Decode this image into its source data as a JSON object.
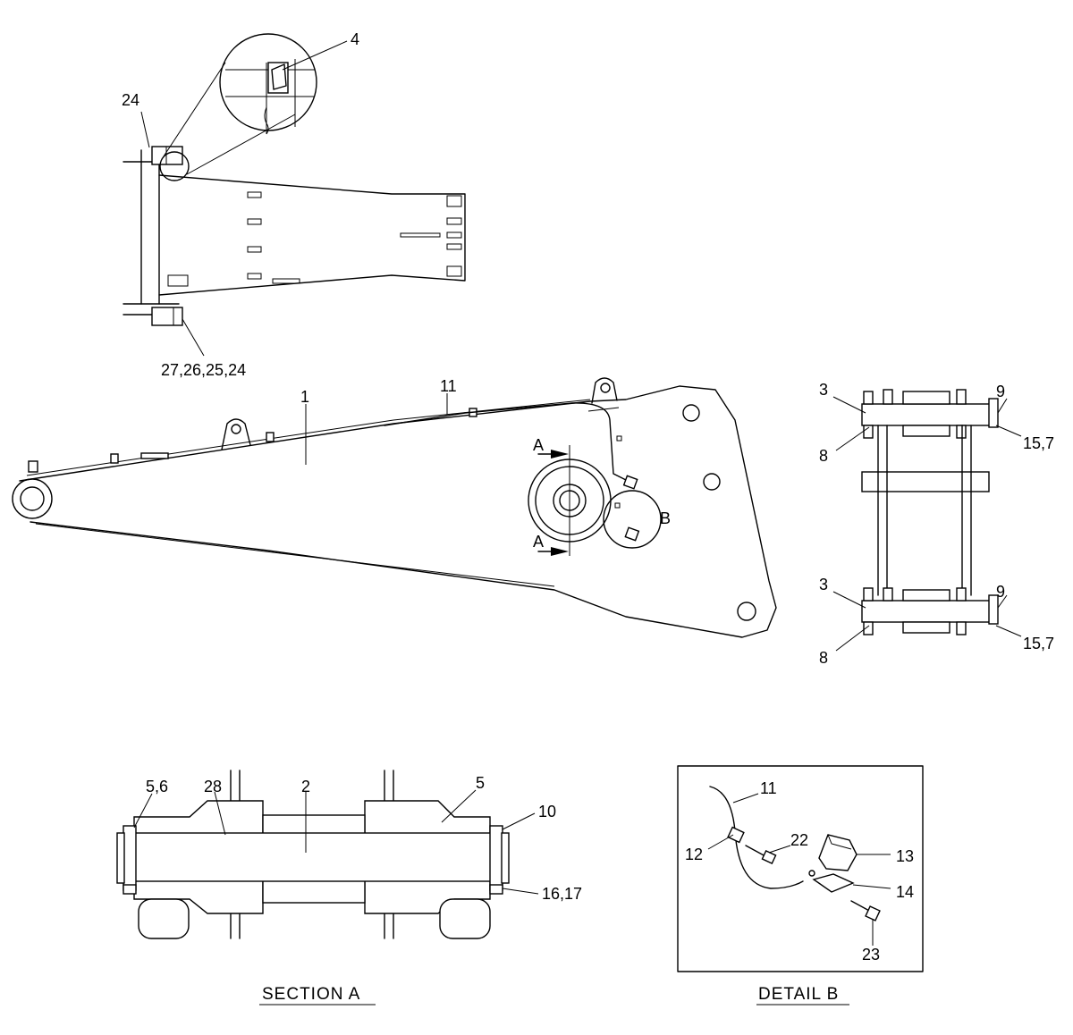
{
  "labels": {
    "item_4": "4",
    "item_24_top": "24",
    "item_27_26_25_24": "27,26,25,24",
    "item_1": "1",
    "item_11_boom": "11",
    "section_mark_a_top": "A",
    "section_mark_a_bottom": "A",
    "detail_mark_b": "B",
    "item_3_top": "3",
    "item_9_top": "9",
    "item_8_top": "8",
    "item_15_7_top": "15,7",
    "item_3_bottom": "3",
    "item_9_bottom": "9",
    "item_8_bottom": "8",
    "item_15_7_bottom": "15,7",
    "item_5_6": "5,6",
    "item_28": "28",
    "item_2": "2",
    "item_5": "5",
    "item_10": "10",
    "item_16_17": "16,17",
    "item_11_detail": "11",
    "item_12": "12",
    "item_22": "22",
    "item_13": "13",
    "item_14": "14",
    "item_23": "23"
  },
  "captions": {
    "section_a": "SECTION  A",
    "detail_b": "DETAIL  B"
  }
}
